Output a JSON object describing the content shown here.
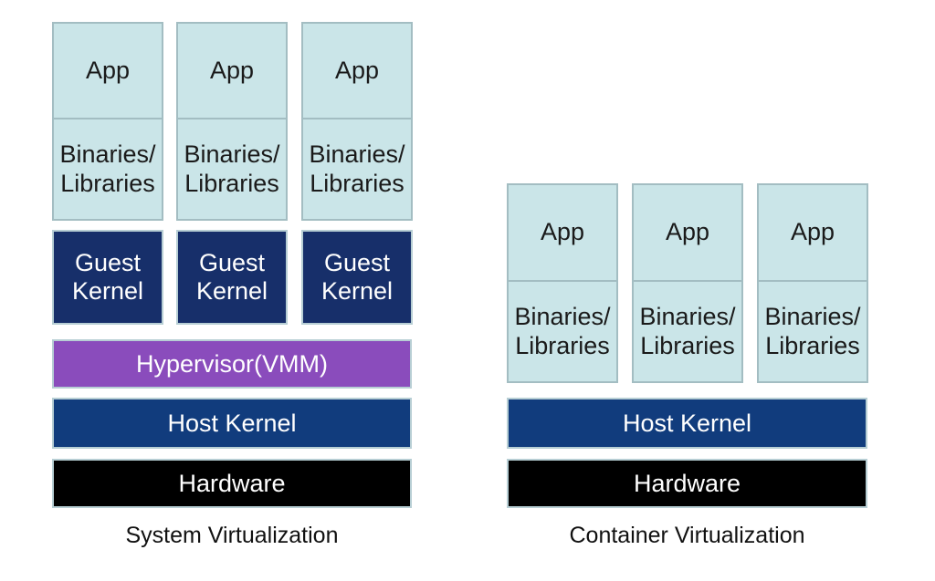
{
  "colors": {
    "background": "#ffffff",
    "light_box_fill": "#cae5e8",
    "light_box_border": "#a3bdc2",
    "guest_kernel_fill": "#172f6a",
    "host_kernel_fill": "#113c7d",
    "hypervisor_fill": "#8a4cbc",
    "hardware_fill": "#000000",
    "dark_box_border": "#b7ced4",
    "dark_text": "#1a1a1a",
    "light_text": "#ffffff"
  },
  "left_panel": {
    "caption": "System Virtualization",
    "columns": [
      {
        "app": "App",
        "libraries": "Binaries/\nLibraries",
        "kernel": "Guest\nKernel"
      },
      {
        "app": "App",
        "libraries": "Binaries/\nLibraries",
        "kernel": "Guest\nKernel"
      },
      {
        "app": "App",
        "libraries": "Binaries/\nLibraries",
        "kernel": "Guest\nKernel"
      }
    ],
    "layers": [
      {
        "label": "Hypervisor(VMM)"
      },
      {
        "label": "Host Kernel"
      },
      {
        "label": "Hardware"
      }
    ]
  },
  "right_panel": {
    "caption": "Container Virtualization",
    "columns": [
      {
        "app": "App",
        "libraries": "Binaries/\nLibraries"
      },
      {
        "app": "App",
        "libraries": "Binaries/\nLibraries"
      },
      {
        "app": "App",
        "libraries": "Binaries/\nLibraries"
      }
    ],
    "layers": [
      {
        "label": "Host Kernel"
      },
      {
        "label": "Hardware"
      }
    ]
  }
}
